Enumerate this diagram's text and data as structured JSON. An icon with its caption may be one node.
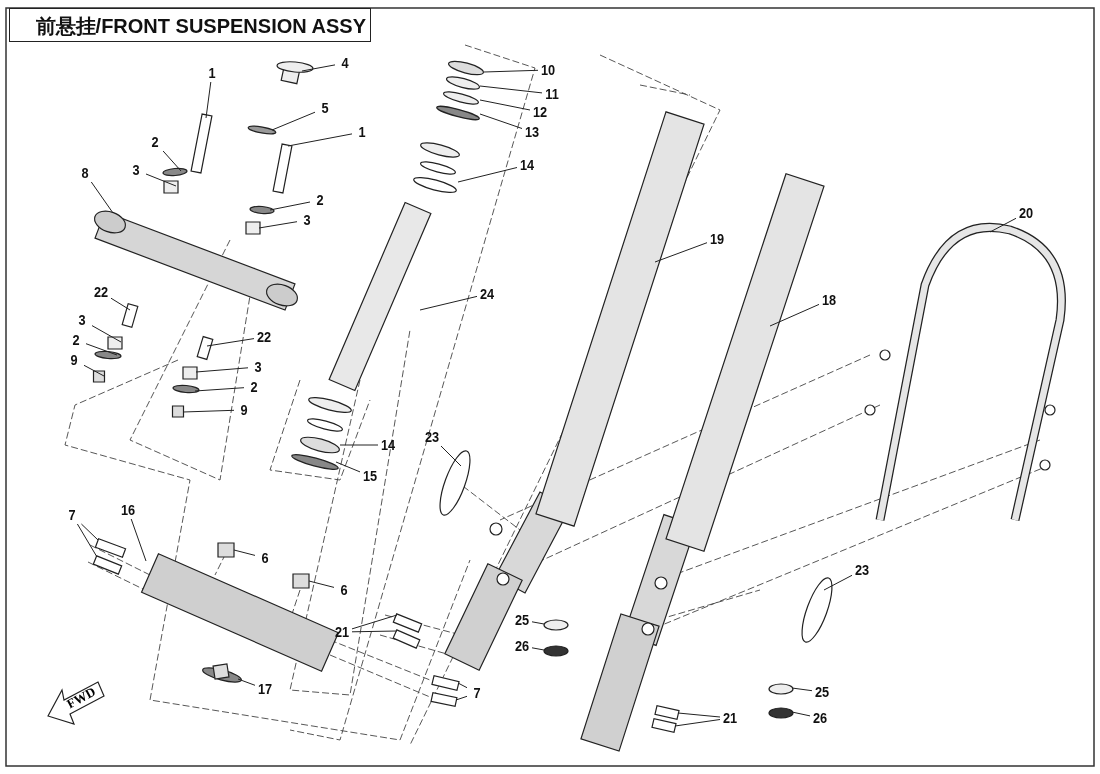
{
  "diagram": {
    "title": "前悬挂/FRONT SUSPENSION ASSY",
    "nodes": [
      {
        "text": [
          "1"
        ]
      },
      {
        "text": [
          "2"
        ]
      },
      {
        "text": [
          "3"
        ]
      },
      {
        "text": [
          "4"
        ]
      },
      {
        "text": [
          "5"
        ]
      },
      {
        "text": [
          "1"
        ]
      },
      {
        "text": [
          "8"
        ]
      },
      {
        "text": [
          "2"
        ]
      },
      {
        "text": [
          "3"
        ]
      },
      {
        "text": [
          "22"
        ]
      },
      {
        "text": [
          "3"
        ]
      },
      {
        "text": [
          "2"
        ]
      },
      {
        "text": [
          "9"
        ]
      },
      {
        "text": [
          "22"
        ]
      },
      {
        "text": [
          "3"
        ]
      },
      {
        "text": [
          "2"
        ]
      },
      {
        "text": [
          "9"
        ]
      },
      {
        "text": [
          "10"
        ]
      },
      {
        "text": [
          "11"
        ]
      },
      {
        "text": [
          "12"
        ]
      },
      {
        "text": [
          "13"
        ]
      },
      {
        "text": [
          "14"
        ]
      },
      {
        "text": [
          "24"
        ]
      },
      {
        "text": [
          "19"
        ]
      },
      {
        "text": [
          "18"
        ]
      },
      {
        "text": [
          "20"
        ]
      },
      {
        "text": [
          "14"
        ]
      },
      {
        "text": [
          "15"
        ]
      },
      {
        "text": [
          "23"
        ]
      },
      {
        "text": [
          "23"
        ]
      },
      {
        "text": [
          "16"
        ]
      },
      {
        "text": [
          "7"
        ]
      },
      {
        "text": [
          "6"
        ]
      },
      {
        "text": [
          "6"
        ]
      },
      {
        "text": [
          "21"
        ]
      },
      {
        "text": [
          "25"
        ]
      },
      {
        "text": [
          "26"
        ]
      },
      {
        "text": [
          "17"
        ]
      },
      {
        "text": [
          "7"
        ]
      },
      {
        "text": [
          "25"
        ]
      },
      {
        "text": [
          "26"
        ]
      },
      {
        "text": [
          "21"
        ]
      },
      {
        "text": [],
        "shape": "bar"
      },
      {
        "text": [],
        "shape": "circle"
      },
      {
        "text": [],
        "shape": "box"
      },
      {
        "text": [],
        "shape": "picture"
      },
      {
        "text": [],
        "shape": "circle"
      },
      {
        "text": [],
        "shape": "bar"
      },
      {
        "text": [],
        "shape": "picture"
      },
      {
        "text": [],
        "shape": "circle"
      },
      {
        "text": [],
        "shape": "box"
      },
      {
        "text": [],
        "shape": "bar"
      },
      {
        "text": [],
        "shape": "box"
      },
      {
        "text": [],
        "shape": "circle"
      },
      {
        "text": [],
        "shape": "box"
      },
      {
        "text": [],
        "shape": "bar"
      },
      {
        "text": [],
        "shape": "box"
      },
      {
        "text": [],
        "shape": "circle"
      },
      {
        "text": [],
        "shape": "box"
      },
      {
        "text": [],
        "shape": "circle"
      },
      {
        "text": [],
        "shape": "circle"
      },
      {
        "text": [],
        "shape": "circle"
      },
      {
        "text": [],
        "shape": "circle"
      },
      {
        "text": [],
        "shape": "picture"
      },
      {
        "text": [],
        "shape": "bar"
      },
      {
        "text": [],
        "shape": "bar"
      },
      {
        "text": [],
        "shape": "bar"
      },
      {
        "text": [],
        "shape": "picture"
      },
      {
        "text": [],
        "shape": "picture"
      },
      {
        "text": [],
        "shape": "circle"
      },
      {
        "text": [],
        "shape": "circle"
      },
      {
        "text": [],
        "shape": "circle"
      },
      {
        "text": [],
        "shape": "bar"
      },
      {
        "text": [],
        "shape": "bar"
      },
      {
        "text": [],
        "shape": "bar"
      },
      {
        "text": [],
        "shape": "box"
      },
      {
        "text": [],
        "shape": "box"
      },
      {
        "text": [],
        "shape": "bar"
      },
      {
        "text": [],
        "shape": "bar"
      },
      {
        "text": [],
        "shape": "circle"
      },
      {
        "text": [],
        "shape": "circle"
      },
      {
        "text": [],
        "shape": "box"
      },
      {
        "text": [],
        "shape": "bar"
      },
      {
        "text": [],
        "shape": "bar"
      },
      {
        "text": [],
        "shape": "circle"
      },
      {
        "text": [],
        "shape": "circle"
      },
      {
        "text": [],
        "shape": "bar"
      },
      {
        "text": [],
        "shape": "bar"
      }
    ],
    "edges": [
      {
        "from": 0,
        "to": 42,
        "arrow": "none"
      },
      {
        "from": 1,
        "to": 43,
        "arrow": "none"
      },
      {
        "from": 2,
        "to": 44,
        "arrow": "none"
      },
      {
        "from": 3,
        "to": 45,
        "arrow": "none"
      },
      {
        "from": 4,
        "to": 46,
        "arrow": "none"
      },
      {
        "from": 5,
        "to": 47,
        "arrow": "none"
      },
      {
        "from": 6,
        "to": 48,
        "arrow": "none"
      },
      {
        "from": 7,
        "to": 49,
        "arrow": "none"
      },
      {
        "from": 8,
        "to": 50,
        "arrow": "none"
      },
      {
        "from": 9,
        "to": 51,
        "arrow": "none"
      },
      {
        "from": 10,
        "to": 52,
        "arrow": "none"
      },
      {
        "from": 11,
        "to": 53,
        "arrow": "none"
      },
      {
        "from": 12,
        "to": 54,
        "arrow": "none"
      },
      {
        "from": 13,
        "to": 55,
        "arrow": "none"
      },
      {
        "from": 14,
        "to": 56,
        "arrow": "none"
      },
      {
        "from": 15,
        "to": 57,
        "arrow": "none"
      },
      {
        "from": 16,
        "to": 58,
        "arrow": "none"
      },
      {
        "from": 17,
        "to": 59,
        "arrow": "none"
      },
      {
        "from": 18,
        "to": 60,
        "arrow": "none"
      },
      {
        "from": 19,
        "to": 61,
        "arrow": "none"
      },
      {
        "from": 20,
        "to": 62,
        "arrow": "none"
      },
      {
        "from": 21,
        "to": 63,
        "arrow": "none"
      },
      {
        "from": 22,
        "to": 64,
        "arrow": "none"
      },
      {
        "from": 23,
        "to": 65,
        "arrow": "none"
      },
      {
        "from": 24,
        "to": 66,
        "arrow": "none"
      },
      {
        "from": 25,
        "to": 67,
        "arrow": "none"
      },
      {
        "from": 26,
        "to": 68,
        "arrow": "none"
      },
      {
        "from": 27,
        "to": 69,
        "arrow": "none"
      },
      {
        "from": 28,
        "to": 70,
        "arrow": "none"
      },
      {
        "from": 29,
        "to": 71,
        "arrow": "none"
      },
      {
        "from": 30,
        "to": 72,
        "arrow": "none"
      },
      {
        "from": 31,
        "to": 73,
        "arrow": "none"
      },
      {
        "from": 31,
        "to": 74,
        "arrow": "none"
      },
      {
        "from": 32,
        "to": 75,
        "arrow": "none"
      },
      {
        "from": 33,
        "to": 76,
        "arrow": "none"
      },
      {
        "from": 34,
        "to": 77,
        "arrow": "none"
      },
      {
        "from": 34,
        "to": 78,
        "arrow": "none"
      },
      {
        "from": 35,
        "to": 79,
        "arrow": "none"
      },
      {
        "from": 36,
        "to": 80,
        "arrow": "none"
      },
      {
        "from": 37,
        "to": 81,
        "arrow": "none"
      },
      {
        "from": 38,
        "to": 82,
        "arrow": "none"
      },
      {
        "from": 38,
        "to": 83,
        "arrow": "none"
      },
      {
        "from": 39,
        "to": 84,
        "arrow": "none"
      },
      {
        "from": 40,
        "to": 85,
        "arrow": "none"
      },
      {
        "from": 41,
        "to": 86,
        "arrow": "none"
      },
      {
        "from": 41,
        "to": 87,
        "arrow": "none"
      }
    ],
    "labels": [
      "FWD"
    ]
  }
}
